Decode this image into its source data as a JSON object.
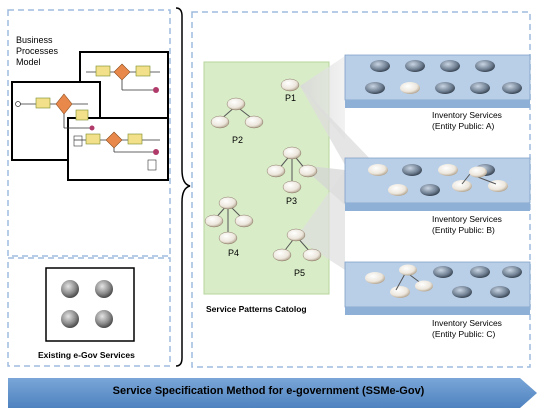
{
  "diagram": {
    "bp_title": "Business\nProcesses\nModel",
    "existing_services_label": "Existing e-Gov Services",
    "catalog_label": "Service Patterns Catolog",
    "patterns": [
      "P1",
      "P2",
      "P3",
      "P4",
      "P5"
    ],
    "inventories": [
      "Inventory Services\n(Entity Public: A)",
      "Inventory Services\n(Entity Public: B)",
      "Inventory Services\n(Entity Public: C)"
    ],
    "banner": "Service Specification Method for e-government  (SSMe-Gov)",
    "colors": {
      "catalog_fill": "#d9ecc8",
      "catalog_border": "#b6d49b",
      "dashed_border": "#9dbcdf",
      "platform_top": "#b9cfe8",
      "platform_side": "#8fb0d6",
      "banner": "#5b8fc9"
    }
  }
}
